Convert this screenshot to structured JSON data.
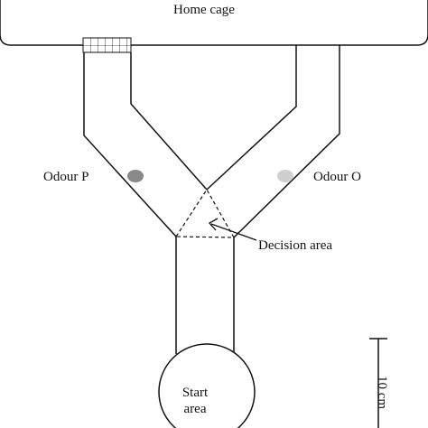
{
  "home_cage": {
    "label": "Home cage"
  },
  "odour_p": {
    "label": "Odour P",
    "color": "#8a8a8a"
  },
  "odour_o": {
    "label": "Odour O",
    "color": "#cfcfcf"
  },
  "decision_area": {
    "label": "Decision area"
  },
  "start_area": {
    "label": "Start\narea"
  },
  "scale_bar": {
    "label": "10 cm"
  }
}
